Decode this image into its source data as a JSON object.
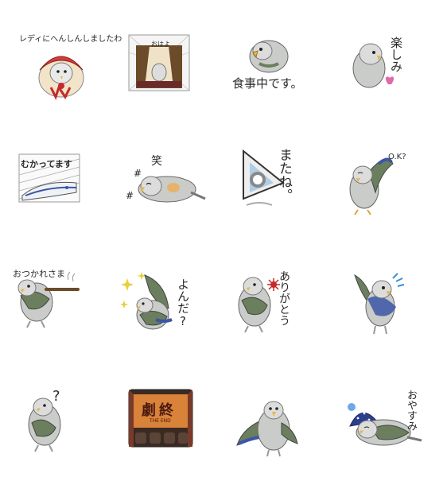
{
  "stickers": [
    {
      "id": "s1",
      "text": "レディにへんしんしましたわ",
      "desc": "bird in red bonnet"
    },
    {
      "id": "s2",
      "text": "おはよ",
      "desc": "bird at window with curtains"
    },
    {
      "id": "s3",
      "text": "食事中です。",
      "desc": "bird eating"
    },
    {
      "id": "s4",
      "text": "楽しみ",
      "desc": "bird with heart"
    },
    {
      "id": "s5",
      "text": "むかってます",
      "desc": "bullet train"
    },
    {
      "id": "s6",
      "text": "笑",
      "desc": "bird lying down laughing"
    },
    {
      "id": "s7",
      "text": "またね。",
      "desc": "bird in paper hat waving"
    },
    {
      "id": "s8",
      "text": "O.K?",
      "desc": "bird winking"
    },
    {
      "id": "s9",
      "text": "おつかれさま",
      "desc": "bird with tray"
    },
    {
      "id": "s10",
      "text": "よんだ?",
      "desc": "bird with sparkles"
    },
    {
      "id": "s11",
      "text": "ありがとう",
      "desc": "bird with flower"
    },
    {
      "id": "s12",
      "text": "",
      "desc": "surprised bird"
    },
    {
      "id": "s13",
      "text": "?",
      "desc": "bird questioning"
    },
    {
      "id": "s14",
      "title": "劇終",
      "subtitle": "THE END",
      "desc": "theater screen"
    },
    {
      "id": "s15",
      "text": "",
      "desc": "bird spreading wings"
    },
    {
      "id": "s16",
      "text": "おやすみ",
      "desc": "bird sleeping in nightcap"
    }
  ],
  "colors": {
    "bird_body": "#c9ccc9",
    "bird_wing": "#6b7f5e",
    "bird_blue": "#3b56a6",
    "beak": "#e8b64a",
    "ink": "#2a2a2a",
    "heart": "#e06aa8",
    "red": "#c42a2a",
    "theater": "#7a3a2a",
    "screen": "#d9823a"
  }
}
